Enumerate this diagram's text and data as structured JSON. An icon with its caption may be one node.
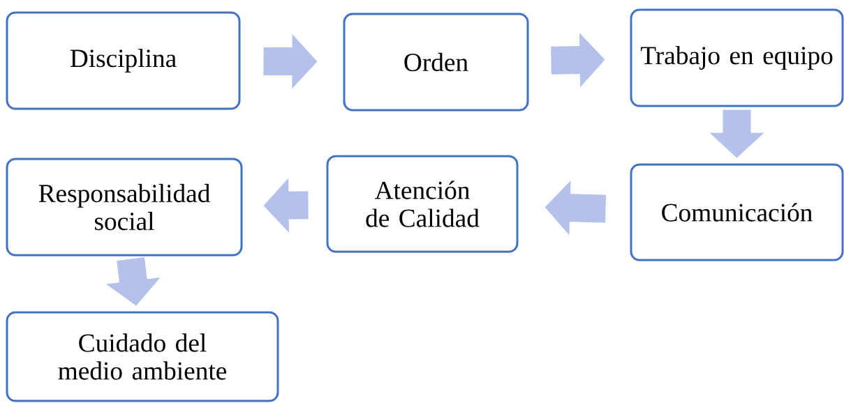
{
  "diagram": {
    "nodes": [
      {
        "text": [
          "Disciplina"
        ]
      },
      {
        "text": [
          "Orden"
        ]
      },
      {
        "text": [
          "Trabajo en equipo"
        ]
      },
      {
        "text": [
          "Comunicación"
        ]
      },
      {
        "text": [
          "Atención de Calidad"
        ]
      },
      {
        "text": [
          "Responsabilidad social"
        ]
      },
      {
        "text": [
          "Cuidado del medio ambiente"
        ]
      }
    ],
    "edges": [
      {
        "from": 0,
        "to": 1,
        "arrow": "to"
      },
      {
        "from": 1,
        "to": 2,
        "arrow": "to"
      },
      {
        "from": 2,
        "to": 3,
        "arrow": "to"
      },
      {
        "from": 3,
        "to": 4,
        "arrow": "to"
      },
      {
        "from": 4,
        "to": 5,
        "arrow": "to"
      },
      {
        "from": 5,
        "to": 6,
        "arrow": "to"
      }
    ]
  }
}
